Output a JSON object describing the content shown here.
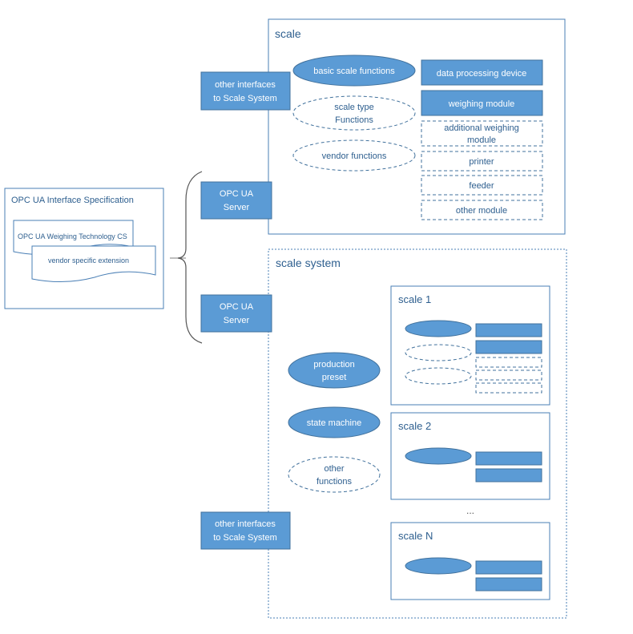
{
  "colors": {
    "fill": "#5b9bd5",
    "stroke": "#41719c",
    "dashed_text": "#2e5f8f",
    "frame": "#4a7fb5",
    "white": "#ffffff"
  },
  "spec": {
    "title": "OPC UA Interface Specification",
    "doc1": "OPC UA Weighing Technology CS",
    "doc2": "vendor specific extension"
  },
  "scale": {
    "title": "scale",
    "interfaces": [
      "other interfaces",
      "to Scale System"
    ],
    "server": [
      "OPC UA",
      "Server"
    ],
    "functions": {
      "basic": "basic scale functions",
      "type": [
        "scale type",
        "Functions"
      ],
      "vendor": "vendor functions"
    },
    "modules": {
      "data_processing": "data processing device",
      "weighing": "weighing module",
      "additional": [
        "additional weighing",
        "module"
      ],
      "printer": "printer",
      "feeder": "feeder",
      "other": "other module"
    }
  },
  "system": {
    "title": "scale system",
    "server": [
      "OPC UA",
      "Server"
    ],
    "interfaces": [
      "other interfaces",
      "to Scale System"
    ],
    "functions": {
      "production": [
        "production",
        "preset"
      ],
      "state_machine": "state machine",
      "other": [
        "other",
        "functions"
      ]
    },
    "scale1": "scale 1",
    "scale2": "scale 2",
    "ellipsis": "...",
    "scaleN": "scale N"
  }
}
